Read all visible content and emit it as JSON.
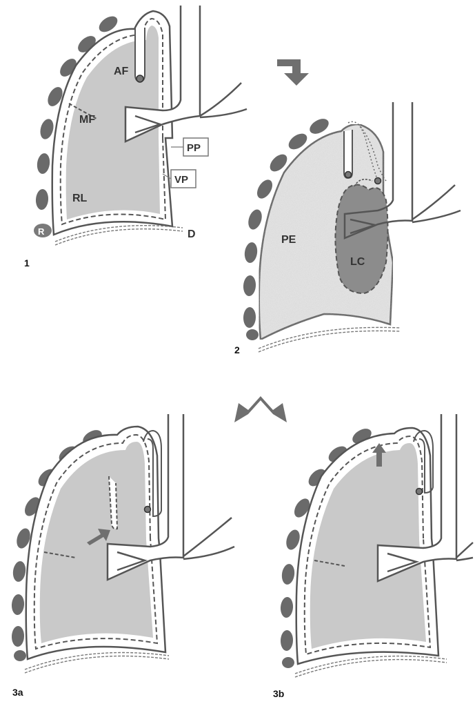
{
  "labels": {
    "af": "AF",
    "mf": "MF",
    "rl": "RL",
    "r": "R",
    "pp": "PP",
    "vp": "VP",
    "d": "D",
    "pe": "PE",
    "lc": "LC"
  },
  "panels": {
    "p1": "1",
    "p2": "2",
    "p3a": "3a",
    "p3b": "3b"
  },
  "colors": {
    "lung_fill": "#c9c9c9",
    "effusion_fill": "#e6e6e6",
    "collapse_fill": "#8c8c8c",
    "rib_fill": "#6a6a6a",
    "arrow_fill": "#6f6f6f",
    "outline": "#555555"
  }
}
